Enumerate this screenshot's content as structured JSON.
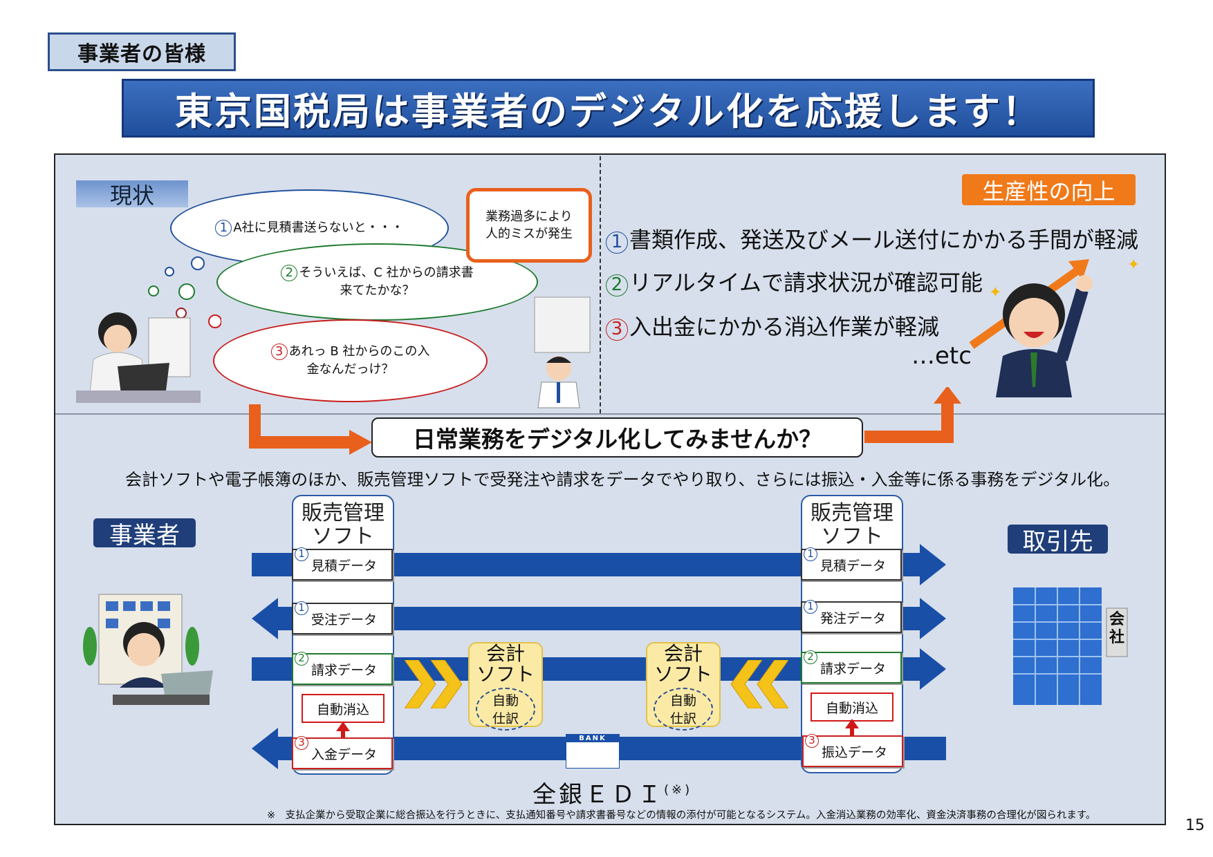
{
  "tag": "事業者の皆様",
  "title": "東京国税局は事業者のデジタル化を応援します！",
  "current": {
    "label": "現状",
    "thoughts": [
      {
        "num": "1",
        "line1": "A社に見積書送らないと・・・",
        "line2": "",
        "color": "#1f4f9c"
      },
      {
        "num": "2",
        "line1": "そういえば、C 社からの請求書",
        "line2": "来てたかな？",
        "color": "#1d7a2e"
      },
      {
        "num": "3",
        "line1": "あれっ B 社からのこの入",
        "line2": "金なんだっけ？",
        "color": "#c81e1e"
      }
    ],
    "warning": {
      "line1": "業務過多により",
      "line2": "人的ミスが発生"
    }
  },
  "productivity": {
    "label": "生産性の向上",
    "items": [
      {
        "num": "1",
        "text": "書類作成、発送及びメール送付にかかる手間が軽減"
      },
      {
        "num": "2",
        "text": "リアルタイムで請求状況が確認可能"
      },
      {
        "num": "3",
        "text": "入出金にかかる消込作業が軽減"
      }
    ],
    "etc": "…etc"
  },
  "question": "日常業務をデジタル化してみませんか？",
  "description": "会計ソフトや電子帳簿のほか、販売管理ソフトで受発注や請求をデータでやり取り、さらには振込・入金等に係る事務をデジタル化。",
  "left": {
    "party": "事業者",
    "software_line1": "販売管理",
    "software_line2": "ソフト",
    "items": [
      {
        "num": "1",
        "text": "見積データ"
      },
      {
        "num": "1",
        "text": "受注データ"
      },
      {
        "num": "2",
        "text": "請求データ"
      },
      {
        "num": "3",
        "text": "入金データ"
      }
    ],
    "auto": "自動消込"
  },
  "right": {
    "party": "取引先",
    "software_line1": "販売管理",
    "software_line2": "ソフト",
    "items": [
      {
        "num": "1",
        "text": "見積データ"
      },
      {
        "num": "1",
        "text": "発注データ"
      },
      {
        "num": "2",
        "text": "請求データ"
      },
      {
        "num": "3",
        "text": "振込データ"
      }
    ],
    "auto": "自動消込",
    "company_sign": "会社"
  },
  "accounting": {
    "line1": "会計",
    "line2": "ソフト",
    "inner1": "自動",
    "inner2": "仕訳"
  },
  "bank_sign": "BANK",
  "edi": {
    "label": "全銀ＥＤＩ",
    "mark": "(※)"
  },
  "footnote": "※　支払企業から受取企業に総合振込を行うときに、支払通知番号や請求書番号などの情報の添付が可能となるシステム。入金消込業務の効率化、資金決済事務の合理化が図られます。",
  "page_number": "15"
}
